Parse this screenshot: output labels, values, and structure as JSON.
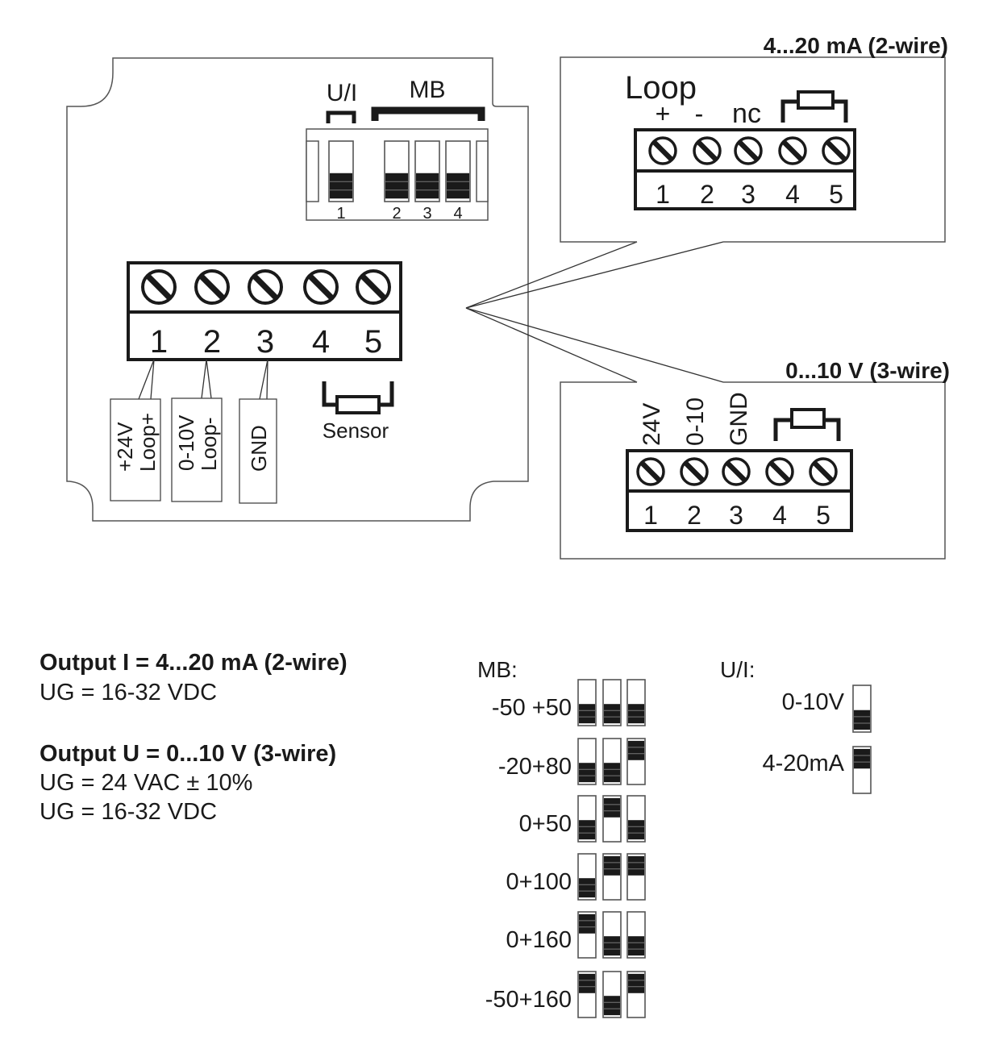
{
  "main_terminal": {
    "numbers": [
      "1",
      "2",
      "3",
      "4",
      "5"
    ],
    "labels": [
      {
        "lines": [
          "+24V",
          "Loop+"
        ]
      },
      {
        "lines": [
          "0-10V",
          "Loop-"
        ]
      },
      {
        "lines": [
          "GND"
        ]
      }
    ],
    "sensor_label": "Sensor"
  },
  "dip_switch": {
    "ui_label": "U/I",
    "mb_label": "MB",
    "switch_numbers": [
      "1",
      "2",
      "3",
      "4"
    ],
    "states": [
      "down",
      "down",
      "down",
      "down"
    ]
  },
  "callout_current": {
    "title": "4...20 mA (2-wire)",
    "loop_label": "Loop",
    "pin_labels": [
      "+",
      "-",
      "nc"
    ],
    "numbers": [
      "1",
      "2",
      "3",
      "4",
      "5"
    ]
  },
  "callout_voltage": {
    "title": "0...10 V (3-wire)",
    "pin_labels": [
      "24V",
      "0-10",
      "GND"
    ],
    "numbers": [
      "1",
      "2",
      "3",
      "4",
      "5"
    ]
  },
  "specs": [
    {
      "heading": "Output I = 4...20 mA (2-wire)",
      "lines": [
        "UG = 16-32 VDC"
      ]
    },
    {
      "heading": "Output U = 0...10 V (3-wire)",
      "lines": [
        "UG = 24 VAC ± 10%",
        "UG = 16-32 VDC"
      ]
    }
  ],
  "mb_table": {
    "title": "MB:",
    "rows": [
      {
        "range": "-50 +50",
        "switches": [
          "down",
          "down",
          "down"
        ]
      },
      {
        "range": "-20+80",
        "switches": [
          "down",
          "down",
          "up"
        ]
      },
      {
        "range": "0+50",
        "switches": [
          "down",
          "up",
          "down"
        ]
      },
      {
        "range": "0+100",
        "switches": [
          "down",
          "up",
          "up"
        ]
      },
      {
        "range": "0+160",
        "switches": [
          "up",
          "down",
          "down"
        ]
      },
      {
        "range": "-50+160",
        "switches": [
          "up",
          "down",
          "up"
        ]
      }
    ]
  },
  "ui_table": {
    "title": "U/I:",
    "rows": [
      {
        "mode": "0-10V",
        "switch": "down"
      },
      {
        "mode": "4-20mA",
        "switch": "up"
      }
    ]
  }
}
